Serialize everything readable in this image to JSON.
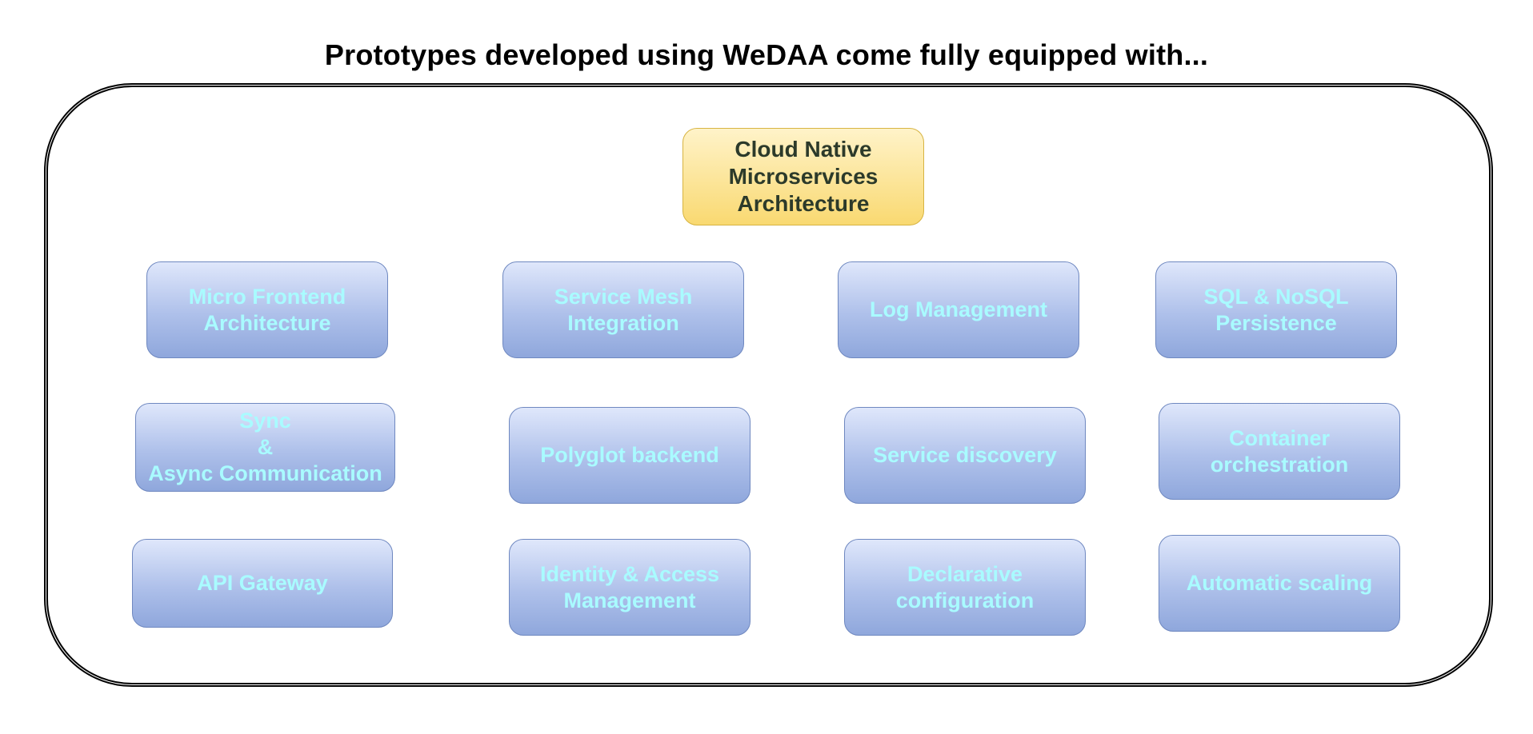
{
  "diagram": {
    "title": "Prototypes developed using WeDAA come fully equipped with...",
    "core_box": {
      "label": "Cloud Native\nMicroservices\nArchitecture",
      "fill": "#fbe08f",
      "border": "#d7b442",
      "text_color": "#2c3a2a"
    },
    "feature_style": {
      "fill": "#b7c7ee",
      "border": "#6f88c0",
      "text_color": "#a9fbff"
    },
    "features": [
      {
        "label": "Micro Frontend\nArchitecture"
      },
      {
        "label": "Service Mesh\nIntegration"
      },
      {
        "label": "Log Management"
      },
      {
        "label": "SQL & NoSQL\nPersistence"
      },
      {
        "label": "Sync\n&\nAsync Communication"
      },
      {
        "label": "Polyglot backend"
      },
      {
        "label": "Service discovery"
      },
      {
        "label": "Container\norchestration"
      },
      {
        "label": "API Gateway"
      },
      {
        "label": "Identity & Access\nManagement"
      },
      {
        "label": "Declarative\nconfiguration"
      },
      {
        "label": "Automatic scaling"
      }
    ]
  }
}
